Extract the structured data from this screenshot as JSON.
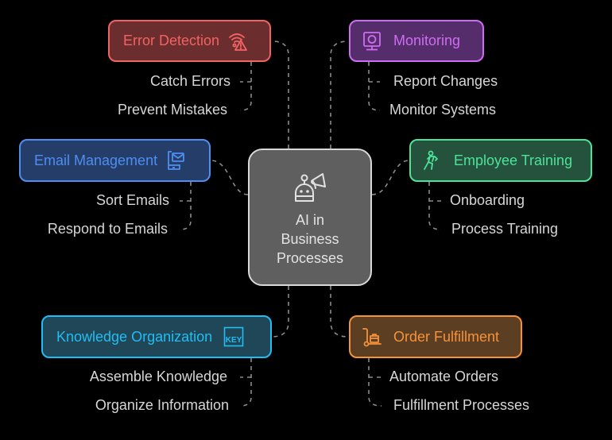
{
  "diagram": {
    "center": {
      "label_lines": [
        "AI in",
        "Business",
        "Processes"
      ],
      "icon": "robot-megaphone-icon"
    },
    "nodes": [
      {
        "id": "error-detection",
        "label": "Error Detection",
        "icon": "wifi-warning-icon",
        "color": "#f26363",
        "fill": "#6b2d2d",
        "children": [
          "Catch Errors",
          "Prevent Mistakes"
        ]
      },
      {
        "id": "monitoring",
        "label": "Monitoring",
        "icon": "monitor-camera-icon",
        "color": "#cf6cf2",
        "fill": "#562d6b",
        "children": [
          "Report Changes",
          "Monitor Systems"
        ]
      },
      {
        "id": "email-management",
        "label": "Email Management",
        "icon": "mobile-mail-icon",
        "color": "#4d8ef0",
        "fill": "#253d69",
        "children": [
          "Sort Emails",
          "Respond to Emails"
        ]
      },
      {
        "id": "employee-training",
        "label": "Employee Training",
        "icon": "person-training-icon",
        "color": "#4de39a",
        "fill": "#24523c",
        "children": [
          "Onboarding",
          "Process Training"
        ]
      },
      {
        "id": "knowledge-organization",
        "label": "Knowledge Organization",
        "icon": "key-icon",
        "color": "#22bdf2",
        "fill": "#1f4757",
        "children": [
          "Assemble Knowledge",
          "Organize Information"
        ]
      },
      {
        "id": "order-fulfillment",
        "label": "Order Fulfillment",
        "icon": "hand-truck-icon",
        "color": "#f5923a",
        "fill": "#5c3f22",
        "children": [
          "Automate Orders",
          "Fulfillment Processes"
        ]
      }
    ],
    "connector_color": "#8a8a8a",
    "leaf_text_color": "#d6d6d6"
  }
}
